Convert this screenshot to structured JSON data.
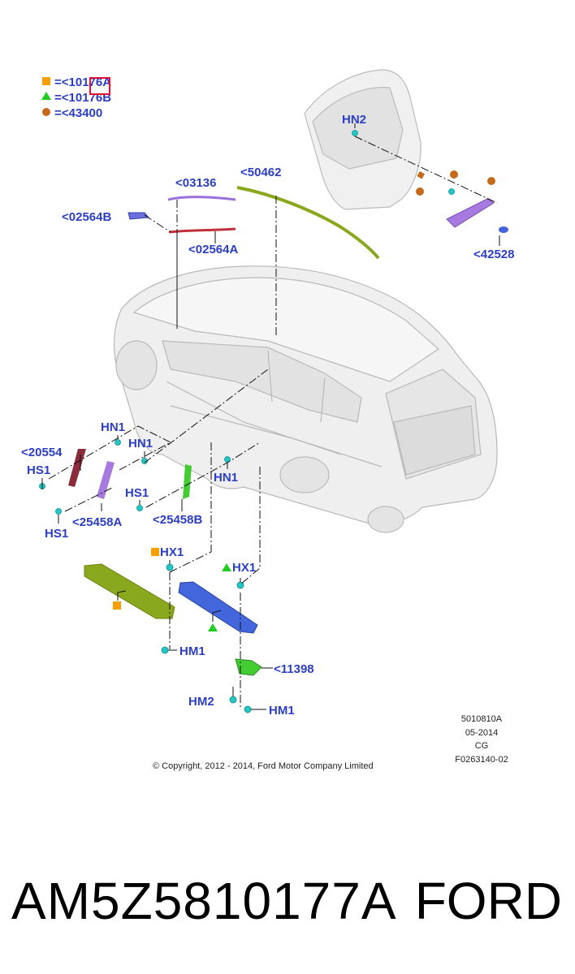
{
  "legend": [
    {
      "symbol": "orange-square",
      "text": "=<10176A",
      "color": "#f5a000"
    },
    {
      "symbol": "green-triangle",
      "text": "=<10176B",
      "color": "#22cc22"
    },
    {
      "symbol": "brown-circle",
      "text": "=<43400",
      "color": "#c46a1a"
    }
  ],
  "callouts": {
    "hn2": "HN2",
    "p03136": "<03136",
    "p50462": "<50462",
    "p02564b": "<02564B",
    "p02564a": "<02564A",
    "p42528": "<42528",
    "hn1_a": "HN1",
    "hn1_b": "HN1",
    "hn1_c": "HN1",
    "p20554": "<20554",
    "hs1_a": "HS1",
    "hs1_b": "HS1",
    "hs1_c": "HS1",
    "p25458a": "<25458A",
    "p25458b": "<25458B",
    "hx1_a": "HX1",
    "hx1_b": "HX1",
    "hm1_a": "HM1",
    "hm1_b": "HM1",
    "hm2": "HM2",
    "p11398": "<11398"
  },
  "meta": {
    "code": "5010810A",
    "date": "05-2014",
    "cg": "CG",
    "ref": "F0263140-02"
  },
  "copyright": "© Copyright, 2012 - 2014, Ford Motor Company Limited",
  "footer": {
    "part_number": "AM5Z5810177A",
    "brand": "FORD"
  },
  "colors": {
    "label": "#2c3ec4",
    "clip": "#22c7c7",
    "olive": "#8aa81e",
    "violet": "#9b6fdc",
    "blue": "#4466dd",
    "maroon": "#8a2c3a",
    "green": "#44cc33",
    "red_marker": "#e0103a"
  }
}
